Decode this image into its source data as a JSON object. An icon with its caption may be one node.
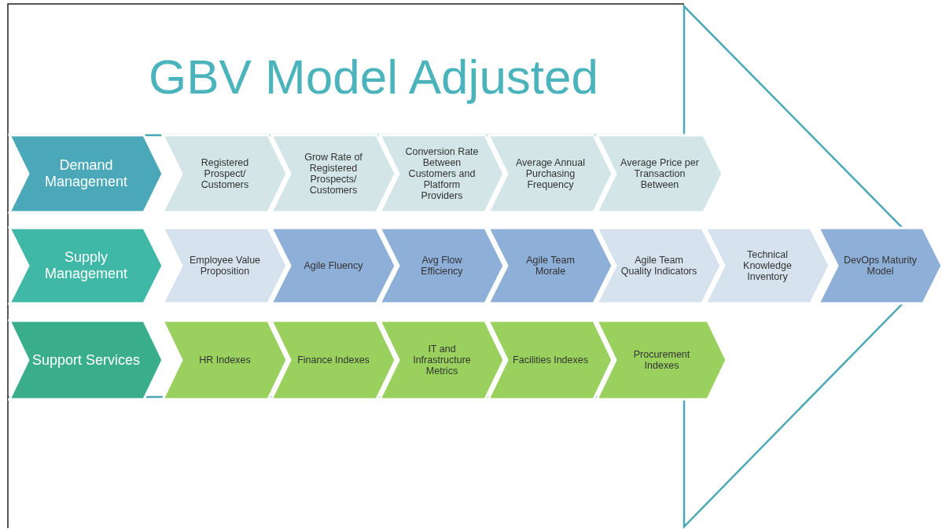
{
  "diagram": {
    "title": "GBV Model Adjusted",
    "nodes": [
      {
        "text": [
          "Demand Management"
        ]
      },
      {
        "text": [
          "Registered Prospect/ Customers"
        ]
      },
      {
        "text": [
          "Grow Rate of Registered Prospects/ Customers"
        ]
      },
      {
        "text": [
          "Conversion Rate Between Customers and Platform Providers"
        ]
      },
      {
        "text": [
          "Average Annual Purchasing Frequency"
        ]
      },
      {
        "text": [
          "Average Price per Transaction Between"
        ]
      },
      {
        "text": [
          "Supply Management"
        ]
      },
      {
        "text": [
          "Employee Value Proposition"
        ]
      },
      {
        "text": [
          "Agile Fluency"
        ]
      },
      {
        "text": [
          "Avg Flow Efficiency"
        ]
      },
      {
        "text": [
          "Agile Team Morale"
        ]
      },
      {
        "text": [
          "Agile Team Quality Indicators"
        ]
      },
      {
        "text": [
          "Technical Knowledge Inventory"
        ]
      },
      {
        "text": [
          "DevOps Maturity Model"
        ]
      },
      {
        "text": [
          "Support Services"
        ]
      },
      {
        "text": [
          "HR Indexes"
        ]
      },
      {
        "text": [
          "Finance Indexes"
        ]
      },
      {
        "text": [
          "IT and Infrastructure Metrics"
        ]
      },
      {
        "text": [
          "Facilities Indexes"
        ]
      },
      {
        "text": [
          "Procurement Indexes"
        ]
      }
    ]
  }
}
